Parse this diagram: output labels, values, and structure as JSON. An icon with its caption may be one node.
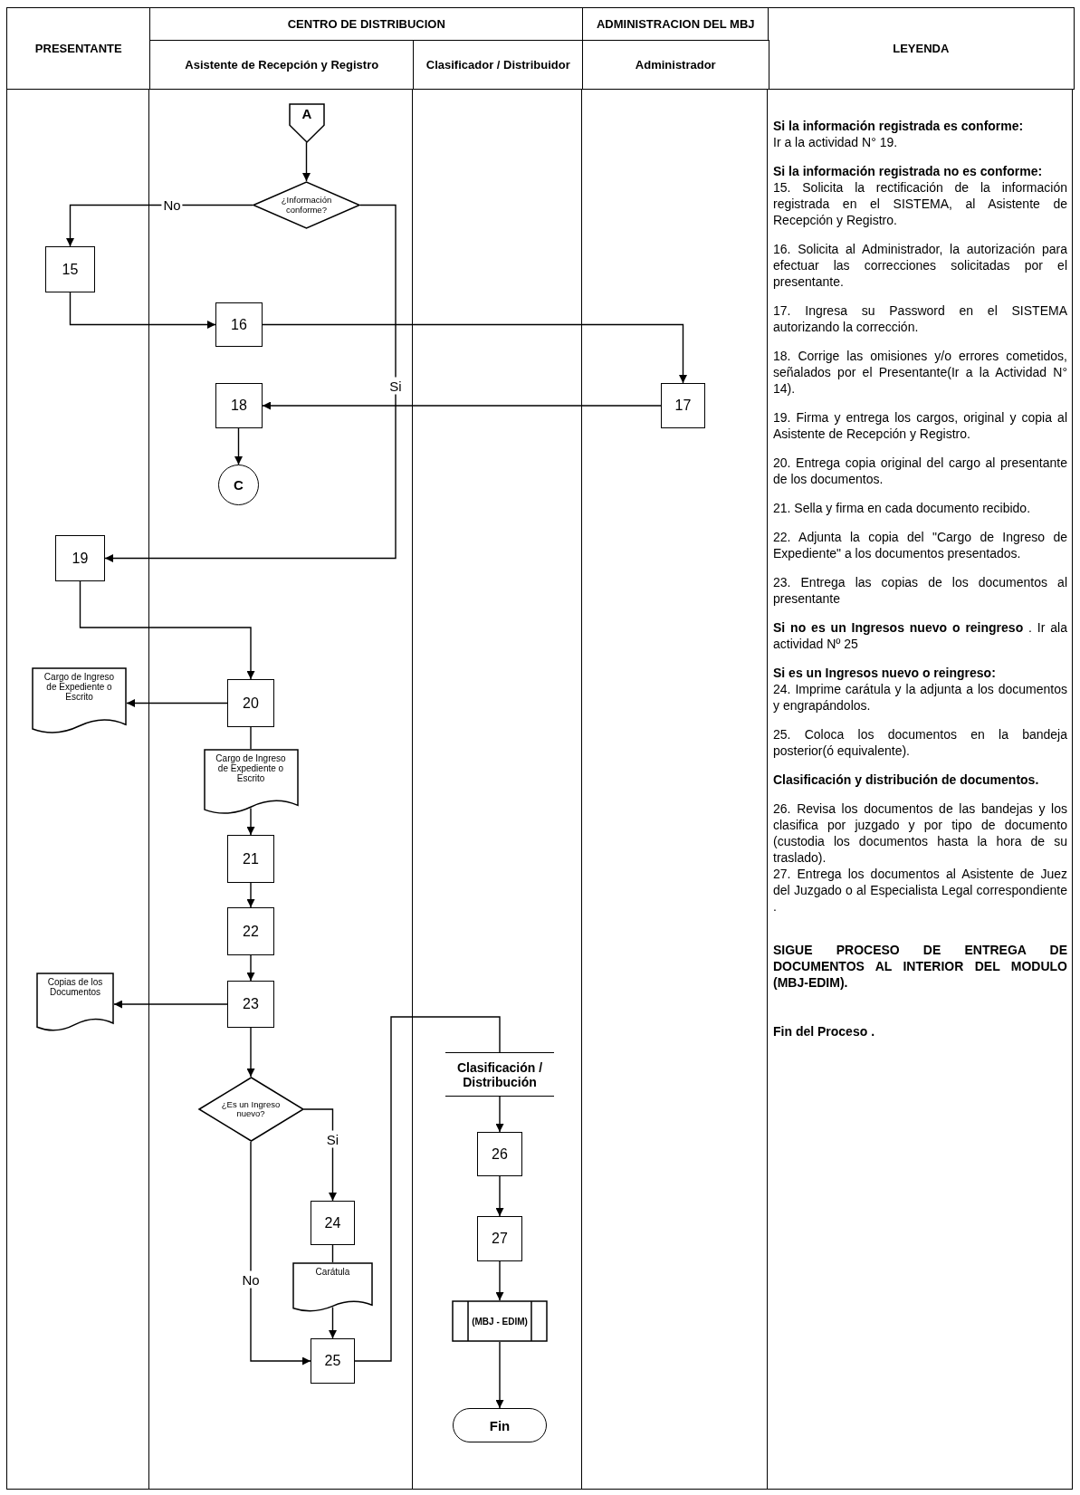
{
  "diagram": {
    "nodes": [
      {
        "text": [
          "A"
        ]
      },
      {
        "text": [
          "¿Información conforme?"
        ]
      },
      {
        "text": [
          "15"
        ]
      },
      {
        "text": [
          "16"
        ]
      },
      {
        "text": [
          "17"
        ]
      },
      {
        "text": [
          "18"
        ]
      },
      {
        "text": [
          "C"
        ]
      },
      {
        "text": [
          "19"
        ]
      },
      {
        "text": [
          "Cargo de Ingreso de Expediente o Escrito"
        ]
      },
      {
        "text": [
          "20"
        ]
      },
      {
        "text": [
          "Cargo de Ingreso de Expediente o Escrito"
        ]
      },
      {
        "text": [
          "21"
        ]
      },
      {
        "text": [
          "22"
        ]
      },
      {
        "text": [
          "Copias de los Documentos"
        ]
      },
      {
        "text": [
          "23"
        ]
      },
      {
        "text": [
          "¿Es un Ingreso nuevo?"
        ]
      },
      {
        "text": [
          "24"
        ]
      },
      {
        "text": [
          "Carátula"
        ]
      },
      {
        "text": [
          "25"
        ]
      },
      {
        "text": [
          "Clasificación / Distribución"
        ]
      },
      {
        "text": [
          "26"
        ]
      },
      {
        "text": [
          "27"
        ]
      },
      {
        "text": [
          "(MBJ - EDIM)"
        ]
      },
      {
        "text": [
          "Fin"
        ]
      }
    ],
    "edges": [
      {
        "from": 0,
        "to": 1,
        "arrow": "to"
      },
      {
        "from": 1,
        "to": 2,
        "arrow": "to",
        "label": "No"
      },
      {
        "from": 1,
        "to": 7,
        "arrow": "to",
        "label": "Si"
      },
      {
        "from": 2,
        "to": 3,
        "arrow": "to"
      },
      {
        "from": 3,
        "to": 4,
        "arrow": "to"
      },
      {
        "from": 4,
        "to": 5,
        "arrow": "to"
      },
      {
        "from": 5,
        "to": 6,
        "arrow": "to"
      },
      {
        "from": 7,
        "to": 9,
        "arrow": "to"
      },
      {
        "from": 9,
        "to": 8,
        "arrow": "to"
      },
      {
        "from": 9,
        "to": 10,
        "arrow": "none"
      },
      {
        "from": 10,
        "to": 11,
        "arrow": "to"
      },
      {
        "from": 11,
        "to": 12,
        "arrow": "to"
      },
      {
        "from": 12,
        "to": 14,
        "arrow": "to"
      },
      {
        "from": 14,
        "to": 13,
        "arrow": "to"
      },
      {
        "from": 14,
        "to": 15,
        "arrow": "to"
      },
      {
        "from": 15,
        "to": 16,
        "arrow": "to",
        "label": "Si"
      },
      {
        "from": 15,
        "to": 18,
        "arrow": "to",
        "label": "No"
      },
      {
        "from": 16,
        "to": 17,
        "arrow": "none"
      },
      {
        "from": 17,
        "to": 18,
        "arrow": "to"
      },
      {
        "from": 18,
        "to": 19,
        "arrow": "none"
      },
      {
        "from": 19,
        "to": 20,
        "arrow": "to"
      },
      {
        "from": 20,
        "to": 21,
        "arrow": "to"
      },
      {
        "from": 21,
        "to": 22,
        "arrow": "to"
      },
      {
        "from": 22,
        "to": 23,
        "arrow": "to"
      }
    ],
    "labels": [
      "PRESENTANTE",
      "CENTRO DE DISTRIBUCION",
      "ADMINISTRACION DEL MBJ",
      "LEYENDA",
      "Asistente de Recepción y Registro",
      "Clasificador / Distribuidor",
      "Administrador",
      "Si la información registrada es conforme:",
      "Ir a la actividad N° 19.",
      "Si la información registrada no es conforme:",
      "15. Solicita la rectificación de la información registrada en el SISTEMA, al Asistente de Recepción y Registro.",
      "16. Solicita al Administrador, la autorización para efectuar las correcciones solicitadas por el presentante.",
      "17. Ingresa su Password en el SISTEMA autorizando la corrección.",
      "18. Corrige las omisiones y/o errores cometidos, señalados por el Presentante(Ir a la Actividad N° 14).",
      "19. Firma y entrega los cargos, original y copia al Asistente de Recepción y Registro.",
      "20. Entrega copia original del cargo al presentante de los documentos.",
      "21. Sella y firma en cada documento recibido.",
      "22. Adjunta la copia del \"Cargo de Ingreso de Expediente\" a los documentos presentados.",
      "23. Entrega las copias de los documentos al presentante",
      "**Si no es un Ingresos nuevo o reingreso** . Ir ala actividad Nº 25",
      "Si es un Ingresos nuevo o reingreso:",
      "24. Imprime carátula y la adjunta a los documentos y engrapándolos.",
      "25. Coloca los documentos en la bandeja posterior(ó equivalente).",
      "Clasificación y distribución de documentos.",
      "26. Revisa los documentos de las bandejas y los clasifica por juzgado y por tipo de documento (custodia los documentos hasta la hora de su traslado).",
      "27. Entrega los documentos al Asistente de Juez del Juzgado o al Especialista Legal correspondiente .",
      "SIGUE PROCESO DE ENTREGA DE DOCUMENTOS AL INTERIOR DEL MODULO (MBJ-EDIM).",
      "Fin del Proceso ."
    ]
  }
}
